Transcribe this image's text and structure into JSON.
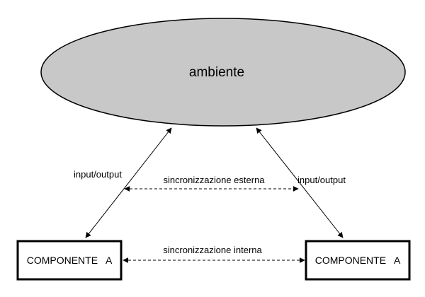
{
  "environment": {
    "label": "ambiente",
    "fill_color": "#c8c8c8"
  },
  "components": [
    {
      "label": "COMPONENTE   A"
    },
    {
      "label": "COMPONENTE   A"
    }
  ],
  "connections": {
    "left_io_label": "input/output",
    "right_io_label": "input/output",
    "external_sync_label": "sincronizzazione esterna",
    "internal_sync_label": "sincronizzazione interna"
  }
}
